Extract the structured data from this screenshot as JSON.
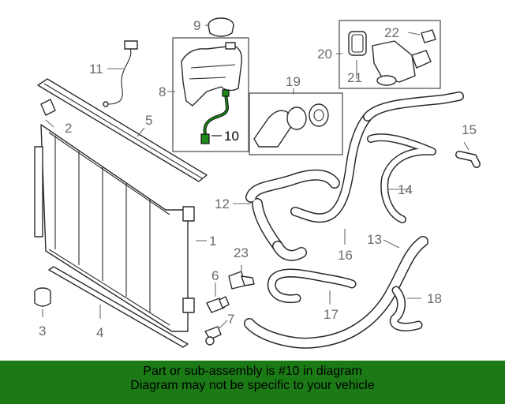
{
  "diagram": {
    "callouts": {
      "c1": "1",
      "c2": "2",
      "c3": "3",
      "c4": "4",
      "c5": "5",
      "c6": "6",
      "c7": "7",
      "c8": "8",
      "c9": "9",
      "c10": "10",
      "c11": "11",
      "c12": "12",
      "c13": "13",
      "c14": "14",
      "c15": "15",
      "c16": "16",
      "c17": "17",
      "c18": "18",
      "c19": "19",
      "c20": "20",
      "c21": "21",
      "c22": "22",
      "c23": "23"
    },
    "highlighted_part": "10",
    "colors": {
      "highlight": "#1d8a1a",
      "leader": "#6a6a6a",
      "banner": "#1b7a16"
    }
  },
  "banner": {
    "line1": "Part or sub-assembly is #10 in diagram",
    "line2": "Diagram may not be specific to your vehicle"
  }
}
